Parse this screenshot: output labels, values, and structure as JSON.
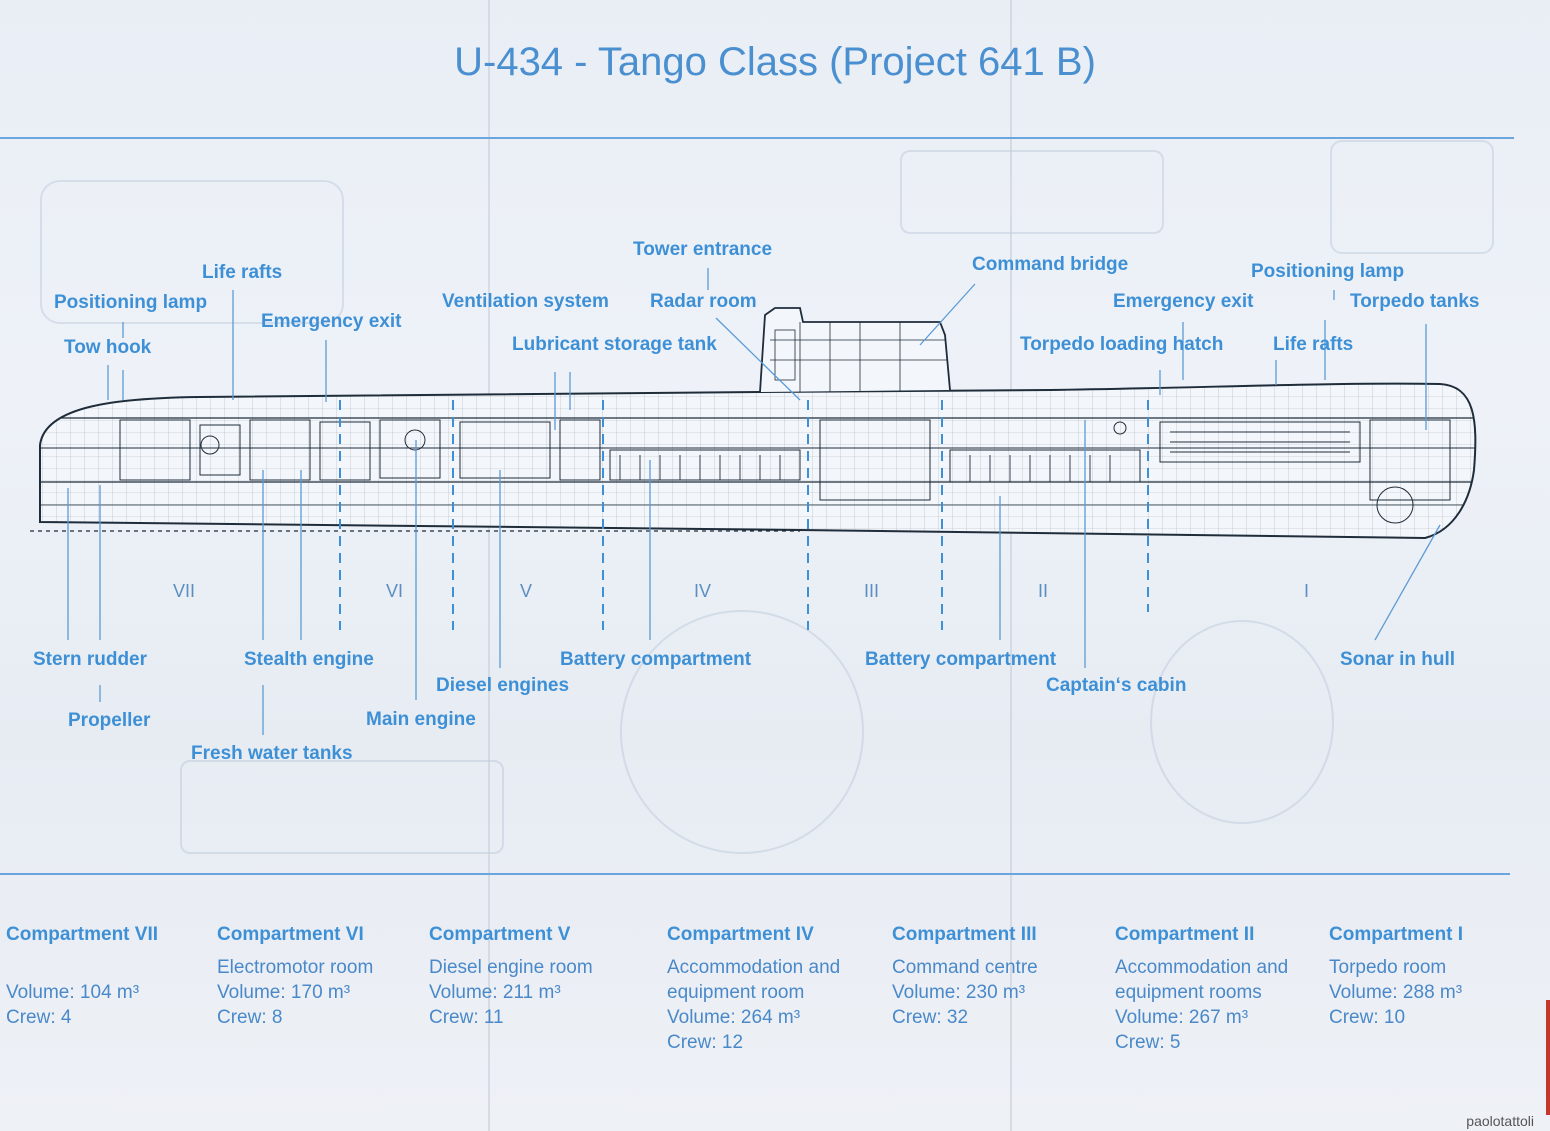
{
  "title": "U-434 - Tango Class (Project 641 B)",
  "colors": {
    "accent": "#3e90d6",
    "rule": "#6aa6dd",
    "hull_lines": "#1f2c3a"
  },
  "labels": {
    "life_rafts_stern": "Life rafts",
    "positioning_lamp_stern": "Positioning lamp",
    "tow_hook": "Tow hook",
    "emergency_exit_stern": "Emergency exit",
    "ventilation_system": "Ventilation system",
    "lubricant_storage_tank": "Lubricant storage tank",
    "tower_entrance": "Tower entrance",
    "radar_room": "Radar room",
    "command_bridge": "Command bridge",
    "emergency_exit_bow": "Emergency exit",
    "torpedo_loading_hatch": "Torpedo loading hatch",
    "positioning_lamp_bow": "Positioning lamp",
    "torpedo_tanks": "Torpedo tanks",
    "life_rafts_bow": "Life rafts",
    "stern_rudder": "Stern rudder",
    "propeller": "Propeller",
    "stealth_engine": "Stealth engine",
    "fresh_water_tanks": "Fresh water tanks",
    "main_engine": "Main engine",
    "diesel_engines": "Diesel engines",
    "battery_compartment_aft": "Battery compartment",
    "battery_compartment_fwd": "Battery compartment",
    "captains_cabin": "Captain‘s cabin",
    "sonar_in_hull": "Sonar in hull"
  },
  "roman_numerals": [
    "VII",
    "VI",
    "V",
    "IV",
    "III",
    "II",
    "I"
  ],
  "compartments": [
    {
      "name": "Compartment VII",
      "lines": [
        "",
        "Volume: 104 m³",
        "Crew: 4"
      ]
    },
    {
      "name": "Compartment VI",
      "lines": [
        "Electromotor room",
        "Volume: 170 m³",
        "Crew: 8"
      ]
    },
    {
      "name": "Compartment V",
      "lines": [
        "Diesel engine room",
        "Volume: 211 m³",
        "Crew: 11"
      ]
    },
    {
      "name": "Compartment IV",
      "lines": [
        "Accommodation and",
        "equipment room",
        "Volume: 264 m³",
        "Crew: 12"
      ]
    },
    {
      "name": "Compartment III",
      "lines": [
        "Command centre",
        "Volume: 230 m³",
        "Crew: 32"
      ]
    },
    {
      "name": "Compartment II",
      "lines": [
        "Accommodation and",
        "equipment rooms",
        "Volume: 267 m³",
        "Crew: 5"
      ]
    },
    {
      "name": "Compartment I",
      "lines": [
        "Torpedo room",
        "Volume: 288 m³",
        "Crew: 10"
      ]
    }
  ],
  "credit": "paolotattoli"
}
